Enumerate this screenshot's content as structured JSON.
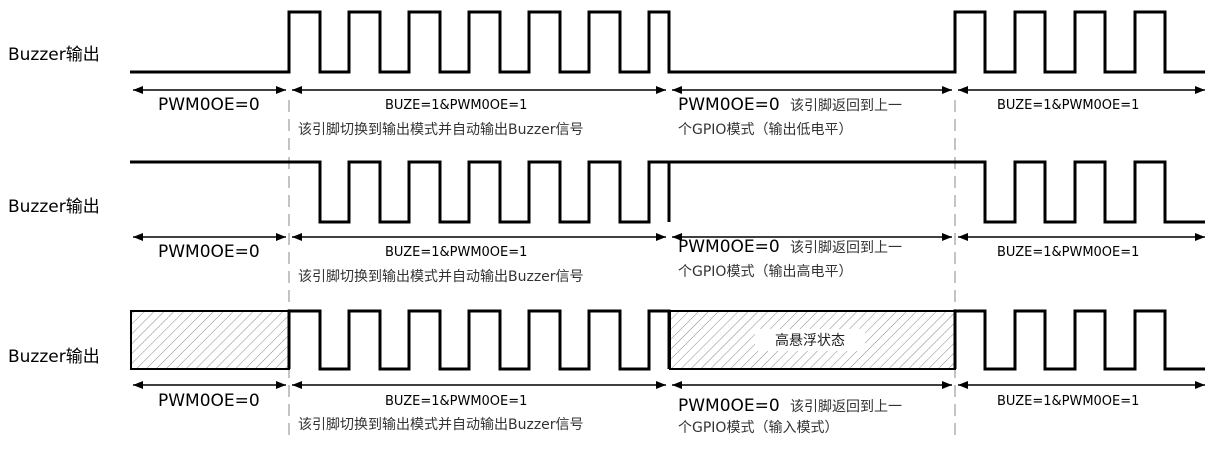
{
  "rows": [
    {
      "row_label": "Buzzer输出",
      "seg1_label": "PWM0OE=0",
      "seg2_label_1": "BUZE=1&PWM0OE=1",
      "seg2_label_2": "该引脚切换到输出模式并自动输出Buzzer信号",
      "seg3_label_1_en": "PWM0OE=0",
      "seg3_label_1_cn": "该引脚返回到上一",
      "seg3_label_2": "个GPIO模式（输出低电平）",
      "seg4_label": "BUZE=1&PWM0OE=1"
    },
    {
      "row_label": "Buzzer输出",
      "seg1_label": "PWM0OE=0",
      "seg2_label_1": "BUZE=1&PWM0OE=1",
      "seg2_label_2": "该引脚切换到输出模式并自动输出Buzzer信号",
      "seg3_label_1_en": "PWM0OE=0",
      "seg3_label_1_cn": "该引脚返回到上一",
      "seg3_label_2": "个GPIO模式（输出高电平）",
      "seg4_label": "BUZE=1&PWM0OE=1"
    },
    {
      "row_label": "Buzzer输出",
      "seg1_label": "PWM0OE=0",
      "seg2_label_1": "BUZE=1&PWM0OE=1",
      "seg2_label_2": "该引脚切换到输出模式并自动输出Buzzer信号",
      "seg3_label_1_en": "PWM0OE=0",
      "seg3_label_1_cn": "该引脚返回到上一",
      "seg3_label_2": "个GPIO模式（输入模式）",
      "seg4_label": "BUZE=1&PWM0OE=1",
      "floating_state_label": "高悬浮状态"
    }
  ],
  "colors": {
    "signal": "#000000",
    "guide": "#b5b5b5",
    "text": "#000000"
  }
}
